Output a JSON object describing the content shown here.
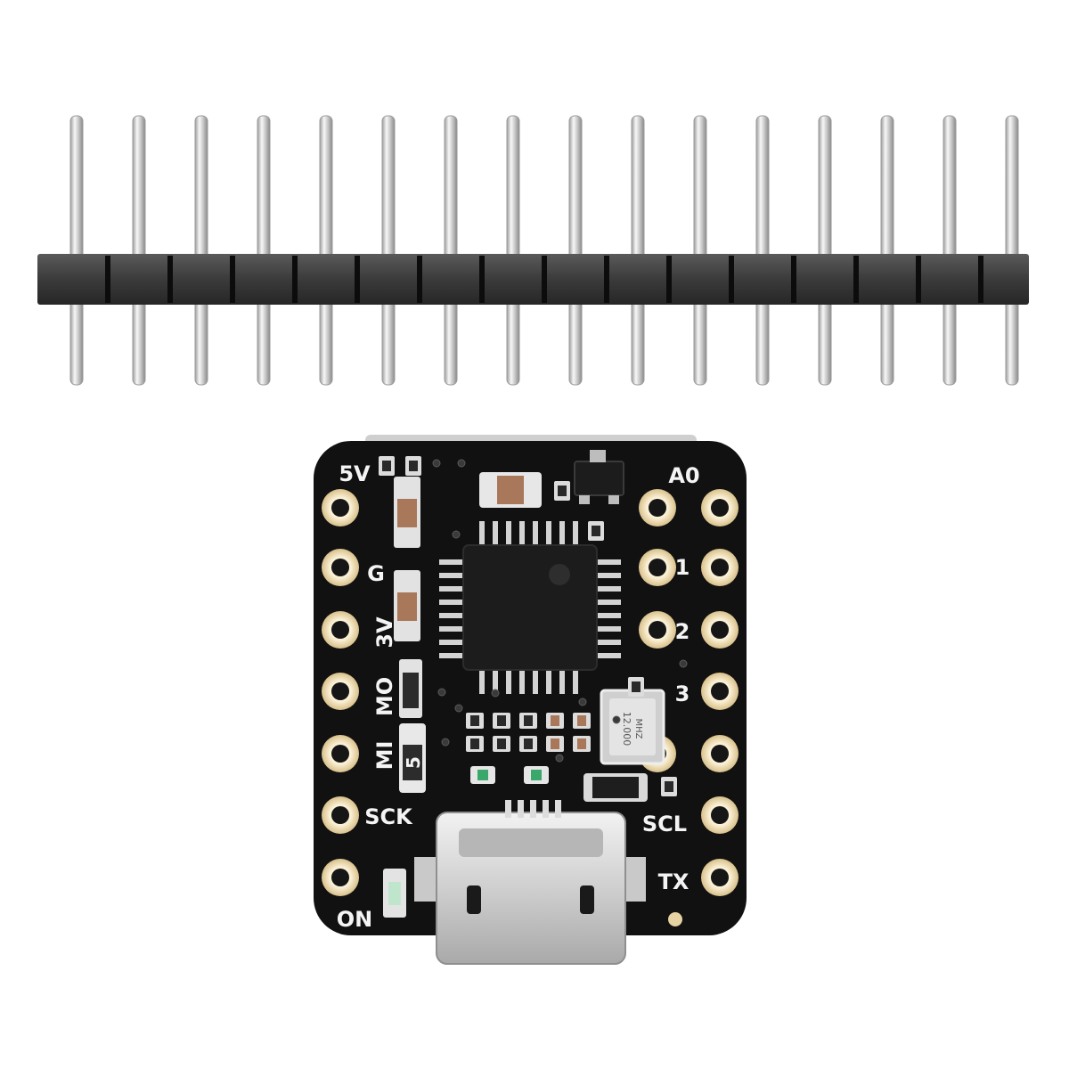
{
  "header": {
    "pin_count": 16
  },
  "board": {
    "left_pins": [
      {
        "label": "5V"
      },
      {
        "label": "G"
      },
      {
        "label": "3V"
      },
      {
        "label": "MO"
      },
      {
        "label": "MI"
      },
      {
        "label": "SCK"
      },
      {
        "label": "ON"
      }
    ],
    "right_pins": [
      {
        "label": "A0"
      },
      {
        "label": "1"
      },
      {
        "label": "2"
      },
      {
        "label": "3"
      },
      {
        "label": ""
      },
      {
        "label": "SCL"
      },
      {
        "label": "TX"
      }
    ],
    "crystal_text": {
      "freq": "12.000",
      "unit": "MHZ"
    },
    "jumper_label": "5"
  },
  "colors": {
    "pcb": "#111111",
    "gold_pad": "#e6d2a2",
    "silkscreen": "#f4f4f4",
    "chip": "#1c1c1c",
    "plastic": "#3a3a3a",
    "metal": "#d8d8d8"
  }
}
